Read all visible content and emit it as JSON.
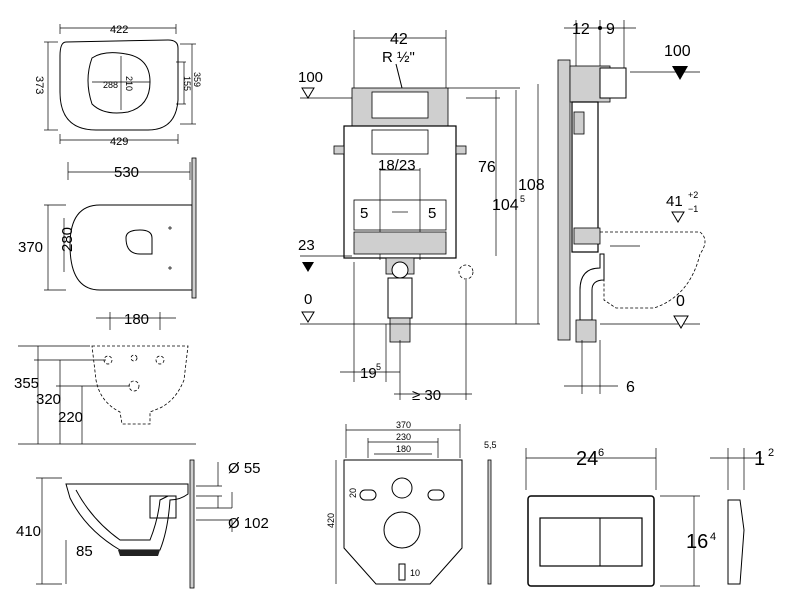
{
  "seat_top": {
    "w_top": "422",
    "w_bot": "429",
    "h_left": "373",
    "h_right": "359",
    "inner_w": "288",
    "inner_h": "210",
    "inner_side": "155"
  },
  "bowl_top": {
    "len": "530",
    "width": "370",
    "inner": "280"
  },
  "bowl_back": {
    "spacing": "180",
    "h1": "355",
    "h2": "320",
    "h3": "220"
  },
  "bowl_side": {
    "height": "410",
    "outlet": "85",
    "d1": "Ø 55",
    "d2": "Ø 102"
  },
  "frame_front": {
    "width": "42",
    "thread": "R ½\"",
    "inner": "18/23",
    "left_off": "5",
    "right_off": "5",
    "lvl_top": "100",
    "lvl_mid": "23",
    "lvl_zero": "0",
    "h76": "76",
    "h104": "104",
    "h104_sup": "5",
    "h108": "108",
    "b19": "19",
    "b19_sup": "5",
    "b30": "≥ 30"
  },
  "frame_side": {
    "d12": "12",
    "d9": "9",
    "lvl_top": "100",
    "lvl_bowl": "41",
    "tol_plus": "+2",
    "tol_minus": "−1",
    "lvl_zero": "0",
    "depth": "6"
  },
  "mount_plate": {
    "w370": "370",
    "w230": "230",
    "w180": "180",
    "h420": "420",
    "d20": "20",
    "d10": "10",
    "thick": "5,5"
  },
  "flush_plate": {
    "w": "24",
    "w_sup": "6",
    "h": "16",
    "h_sup": "4",
    "t": "1",
    "t_sup": "2"
  }
}
